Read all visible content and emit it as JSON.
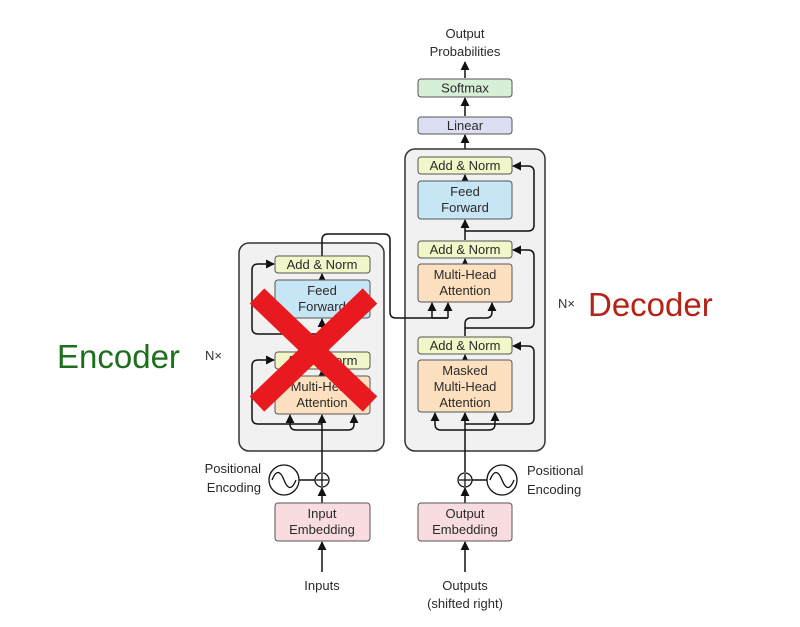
{
  "output_label_line1": "Output",
  "output_label_line2": "Probabilities",
  "softmax": "Softmax",
  "linear": "Linear",
  "encoder": {
    "title": "Encoder",
    "nx": "N×",
    "add_norm_top": "Add & Norm",
    "feed_forward_line1": "Feed",
    "feed_forward_line2": "Forward",
    "add_norm_bottom": "Add & Norm",
    "attention_line1": "Multi-Head",
    "attention_line2": "Attention",
    "positional_line1": "Positional",
    "positional_line2": "Encoding",
    "embedding_line1": "Input",
    "embedding_line2": "Embedding",
    "inputs": "Inputs",
    "crossed_out": true
  },
  "decoder": {
    "title": "Decoder",
    "nx": "N×",
    "add_norm_top": "Add & Norm",
    "feed_forward_line1": "Feed",
    "feed_forward_line2": "Forward",
    "add_norm_middle": "Add & Norm",
    "cross_attention_line1": "Multi-Head",
    "cross_attention_line2": "Attention",
    "add_norm_bottom": "Add & Norm",
    "masked_line1": "Masked",
    "masked_line2": "Multi-Head",
    "masked_line3": "Attention",
    "positional_line1": "Positional",
    "positional_line2": "Encoding",
    "embedding_line1": "Output",
    "embedding_line2": "Embedding",
    "outputs_line1": "Outputs",
    "outputs_line2": "(shifted right)"
  },
  "colors": {
    "add_norm": "#f3f6c8",
    "feed_forward": "#c6e6f5",
    "attention": "#fde0bf",
    "embedding": "#f9dce0",
    "softmax": "#d7efd7",
    "linear": "#dcdff3",
    "block_bg": "#f1f1f1",
    "encoder_title": "#1d6f1d",
    "decoder_title": "#b52216",
    "cross": "#e8191f"
  }
}
